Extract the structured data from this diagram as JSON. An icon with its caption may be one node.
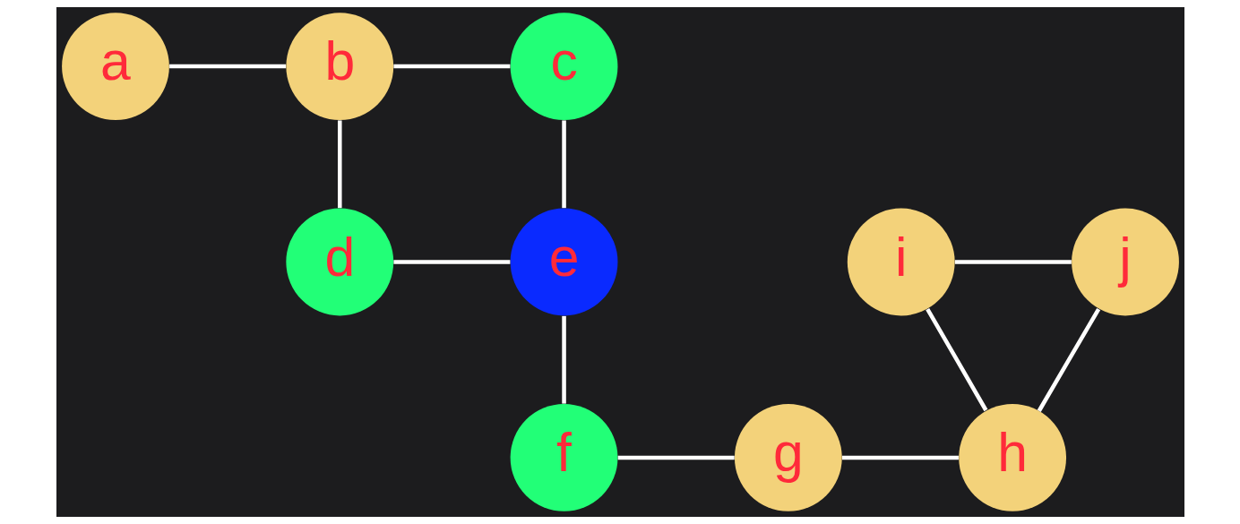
{
  "diagram": {
    "nodes": [
      {
        "text": [
          "a"
        ]
      },
      {
        "text": [
          "b"
        ]
      },
      {
        "text": [
          "c"
        ]
      },
      {
        "text": [
          "d"
        ]
      },
      {
        "text": [
          "e"
        ]
      },
      {
        "text": [
          "f"
        ]
      },
      {
        "text": [
          "g"
        ]
      },
      {
        "text": [
          "h"
        ]
      },
      {
        "text": [
          "i"
        ]
      },
      {
        "text": [
          "j"
        ]
      }
    ],
    "edges": [
      {
        "from": 0,
        "to": 1,
        "arrow": "none"
      },
      {
        "from": 1,
        "to": 2,
        "arrow": "none"
      },
      {
        "from": 1,
        "to": 3,
        "arrow": "none"
      },
      {
        "from": 2,
        "to": 4,
        "arrow": "none"
      },
      {
        "from": 3,
        "to": 4,
        "arrow": "none"
      },
      {
        "from": 4,
        "to": 5,
        "arrow": "none"
      },
      {
        "from": 5,
        "to": 6,
        "arrow": "none"
      },
      {
        "from": 6,
        "to": 7,
        "arrow": "none"
      },
      {
        "from": 8,
        "to": 7,
        "arrow": "none"
      },
      {
        "from": 8,
        "to": 9,
        "arrow": "none"
      },
      {
        "from": 7,
        "to": 9,
        "arrow": "none"
      }
    ]
  }
}
